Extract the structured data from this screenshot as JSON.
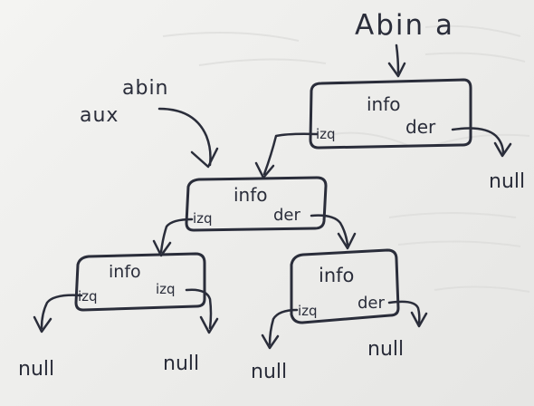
{
  "pointers": {
    "abin_a": "Abin a",
    "abin": "abin",
    "aux": "aux"
  },
  "nodes": {
    "root": {
      "info": "info",
      "left": "izq",
      "right": "der"
    },
    "mid": {
      "info": "info",
      "left": "izq",
      "right": "der"
    },
    "ll": {
      "info": "info",
      "left": "izq",
      "right": "izq"
    },
    "lr": {
      "info": "info",
      "left": "izq",
      "right": "der"
    }
  },
  "nulls": {
    "root_right": "null",
    "ll_left": "null",
    "ll_right": "null",
    "lr_left": "null",
    "lr_right": "null"
  }
}
